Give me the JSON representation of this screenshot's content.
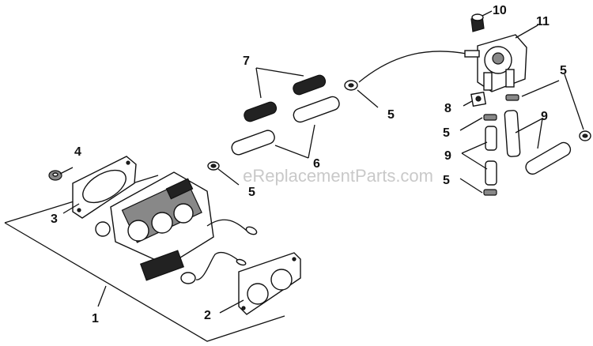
{
  "watermark": "eReplacementParts.com",
  "callouts": {
    "c1": "1",
    "c2": "2",
    "c3": "3",
    "c4": "4",
    "c5a": "5",
    "c5b": "5",
    "c5c": "5",
    "c5d": "5",
    "c5e": "5",
    "c6": "6",
    "c7": "7",
    "c8": "8",
    "c9a": "9",
    "c9b": "9",
    "c10": "10",
    "c11": "11"
  }
}
